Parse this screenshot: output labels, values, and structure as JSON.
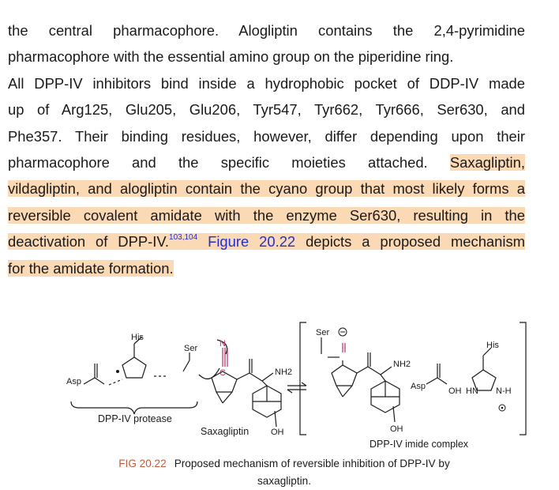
{
  "paragraph1": {
    "line1": "the central pharmacophore. Alogliptin contains the 2,4-pyrimidine",
    "line2": "pharmacophore with the essential amino group on the piperidine ring."
  },
  "paragraph2": {
    "line1": "All DPP-IV inhibitors bind inside a hydrophobic pocket of DDP-IV made",
    "line2": "up of Arg125, Glu205, Glu206, Tyr547, Tyr662, Tyr666, Ser630, and",
    "line3": "Phe357. Their binding residues, however, differ depending upon their",
    "line4_plain": "pharmacophore and the specific moieties attached.",
    "line4_highlight": "Saxagliptin,",
    "line5": "vildagliptin, and alogliptin contain the cyano group that most likely forms a",
    "line6": "reversible covalent amidate with the enzyme Ser630, resulting in the",
    "line7_text": "deactivation of DPP-IV.",
    "citation": "103,104",
    "figure_ref": "Figure 20.22",
    "line7_rest": "depicts a proposed mechanism",
    "line8": "for the amidate formation."
  },
  "highlight_color": "#fbd9b4",
  "link_color": "#2130c8",
  "figure": {
    "labels": {
      "his_left": "His",
      "ser_left": "Ser",
      "asp_left": "Asp",
      "n_atom": "N",
      "c_atom": "C",
      "nh2_left": "NH2",
      "protease": "DPP-IV protease",
      "drug": "Saxagliptin",
      "oh_left": "OH",
      "ser_right": "Ser",
      "nh2_right": "NH2",
      "asp_right": "Asp",
      "oh_acid": "OH",
      "hn_right": "HN",
      "nh_right": "N-H",
      "his_right": "His",
      "oh_right": "OH",
      "complex": "DPP-IV imide complex"
    },
    "caption_number": "FIG 20.22",
    "caption_text": "Proposed mechanism of reversible inhibition of DPP-IV by",
    "caption_text2": "saxagliptin.",
    "caption_color": "#c65a3a"
  }
}
